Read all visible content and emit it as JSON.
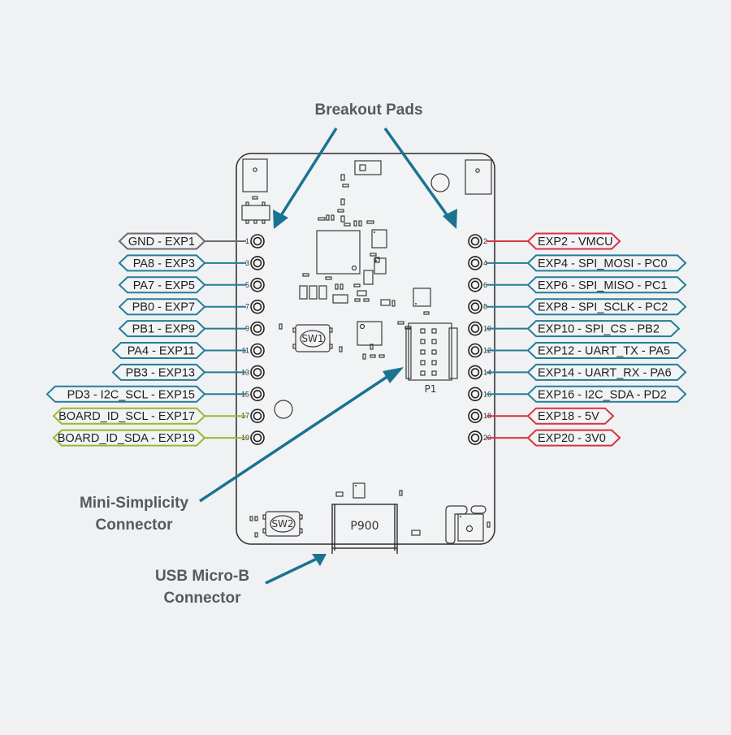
{
  "callouts": {
    "breakout_pads": "Breakout Pads",
    "mini_simplicity_line1": "Mini-Simplicity",
    "mini_simplicity_line2": "Connector",
    "usb_line1": "USB Micro-B",
    "usb_line2": "Connector"
  },
  "colors": {
    "background": "#f0f1f3",
    "accent_arrow": "#1a7390",
    "gnd": "#6b6b6b",
    "gpio": "#227e96",
    "board_id": "#9ab82e",
    "power": "#d9323f",
    "label_fill": "#f2f3f5"
  },
  "silkscreen": {
    "sw1": "SW1",
    "sw2": "SW2",
    "p1": "P1",
    "p900": "P900"
  },
  "left_pins": [
    {
      "num": "1",
      "label": "GND - EXP1",
      "type": "gnd"
    },
    {
      "num": "3",
      "label": "PA8 - EXP3",
      "type": "gpio"
    },
    {
      "num": "5",
      "label": "PA7 - EXP5",
      "type": "gpio"
    },
    {
      "num": "7",
      "label": "PB0 - EXP7",
      "type": "gpio"
    },
    {
      "num": "9",
      "label": "PB1 - EXP9",
      "type": "gpio"
    },
    {
      "num": "11",
      "label": "PA4 - EXP11",
      "type": "gpio"
    },
    {
      "num": "13",
      "label": "PB3 - EXP13",
      "type": "gpio"
    },
    {
      "num": "15",
      "label": "PD3 - I2C_SCL - EXP15",
      "type": "gpio"
    },
    {
      "num": "17",
      "label": "BOARD_ID_SCL - EXP17",
      "type": "board_id"
    },
    {
      "num": "19",
      "label": "BOARD_ID_SDA - EXP19",
      "type": "board_id"
    }
  ],
  "right_pins": [
    {
      "num": "2",
      "label": "EXP2 - VMCU",
      "type": "power"
    },
    {
      "num": "4",
      "label": "EXP4 - SPI_MOSI - PC0",
      "type": "gpio"
    },
    {
      "num": "6",
      "label": "EXP6 - SPI_MISO - PC1",
      "type": "gpio"
    },
    {
      "num": "8",
      "label": "EXP8 - SPI_SCLK - PC2",
      "type": "gpio"
    },
    {
      "num": "10",
      "label": "EXP10 - SPI_CS - PB2",
      "type": "gpio"
    },
    {
      "num": "12",
      "label": "EXP12 - UART_TX - PA5",
      "type": "gpio"
    },
    {
      "num": "14",
      "label": "EXP14 - UART_RX - PA6",
      "type": "gpio"
    },
    {
      "num": "16",
      "label": "EXP16 - I2C_SDA - PD2",
      "type": "gpio"
    },
    {
      "num": "18",
      "label": "EXP18 - 5V",
      "type": "power"
    },
    {
      "num": "20",
      "label": "EXP20 - 3V0",
      "type": "power"
    }
  ]
}
